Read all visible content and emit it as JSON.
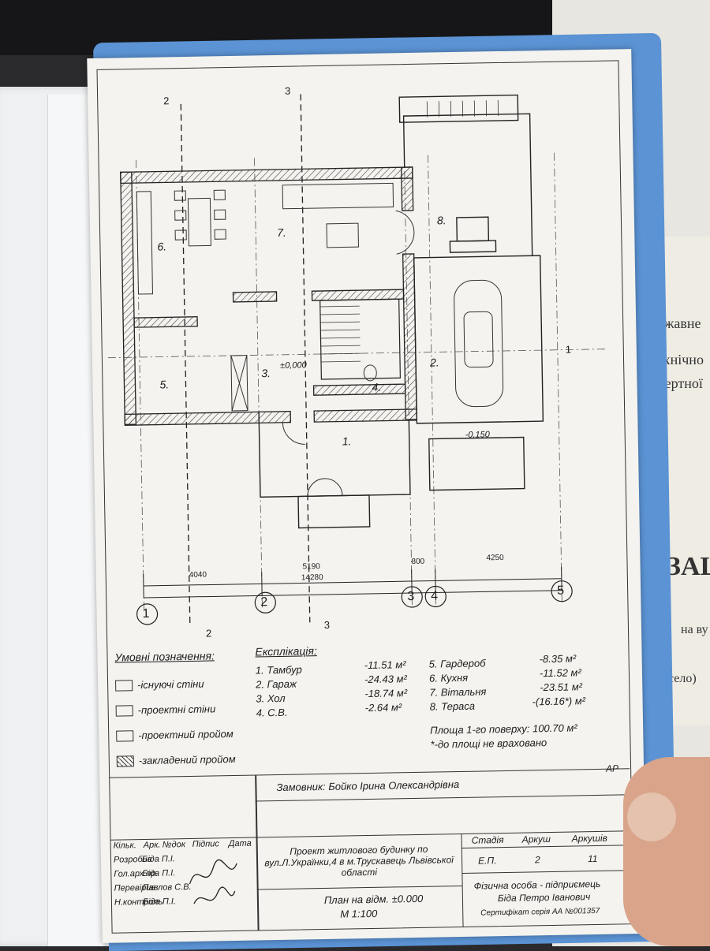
{
  "right_doc": {
    "lines": [
      "ержавне",
      "технічно",
      "спертної",
      "ЗАЩ",
      "на ву",
      "село)"
    ]
  },
  "plan": {
    "rooms": [
      {
        "num": "1."
      },
      {
        "num": "2."
      },
      {
        "num": "3."
      },
      {
        "num": "4."
      },
      {
        "num": "5."
      },
      {
        "num": "6."
      },
      {
        "num": "7."
      },
      {
        "num": "8."
      }
    ],
    "level_hall": "±0,000",
    "level_garage": "-0,150",
    "dimensions": [
      "4040",
      "5190",
      "800",
      "4250",
      "14280"
    ],
    "axes": [
      "1",
      "2",
      "3",
      "4",
      "5"
    ],
    "section_marks": [
      "2",
      "3",
      "2",
      "3",
      "1"
    ]
  },
  "legend": {
    "title": "Умовні позначення:",
    "items": [
      "-існуючі стіни",
      "-проектні стіни",
      "-проектний пройом",
      "-закладений пройом"
    ]
  },
  "explication": {
    "title": "Експлікація:",
    "left": [
      {
        "name": "1. Тамбур",
        "area": "-11.51 м²"
      },
      {
        "name": "2. Гараж",
        "area": "-24.43 м²"
      },
      {
        "name": "3. Хол",
        "area": "-18.74 м²"
      },
      {
        "name": "4. С.В.",
        "area": "-2.64 м²"
      }
    ],
    "right": [
      {
        "name": "5. Гардероб",
        "area": "-8.35 м²"
      },
      {
        "name": "6. Кухня",
        "area": "-11.52 м²"
      },
      {
        "name": "7. Вітальня",
        "area": "-23.51 м²"
      },
      {
        "name": "8. Тераса",
        "area": "-(16.16*) м²"
      }
    ],
    "total": "Площа 1-го поверху: 100.70 м²",
    "note": "*-до площі не враховано"
  },
  "title_block": {
    "customer": "Замовник: Бойко Ірина Олександрівна",
    "sheet_code": "АР",
    "header_cols": [
      "Кільк.",
      "Арк.",
      "№док",
      "Підпис",
      "Дата"
    ],
    "rows": [
      {
        "role": "Розробив",
        "name": "Біда П.І."
      },
      {
        "role": "Гол.арх.пр.",
        "name": "Біда П.І."
      },
      {
        "role": "Перевірив",
        "name": "Павлов С.В."
      },
      {
        "role": "Н.контроль",
        "name": "Біда П.І."
      }
    ],
    "project": "Проект житлового будинку по вул.Л.Українки,4 в м.Трускавець Львівської області",
    "stage_label": "Стадія",
    "stage": "Е.П.",
    "sheet_label": "Аркуш",
    "sheet": "2",
    "sheets_label": "Аркушів",
    "sheets": "11",
    "drawing": "План на відм. ±0.000",
    "scale": "М 1:100",
    "author1": "Фізична особа - підприємець",
    "author2": "Біда Петро Іванович",
    "cert": "Сертифікат серія АА №001357"
  }
}
